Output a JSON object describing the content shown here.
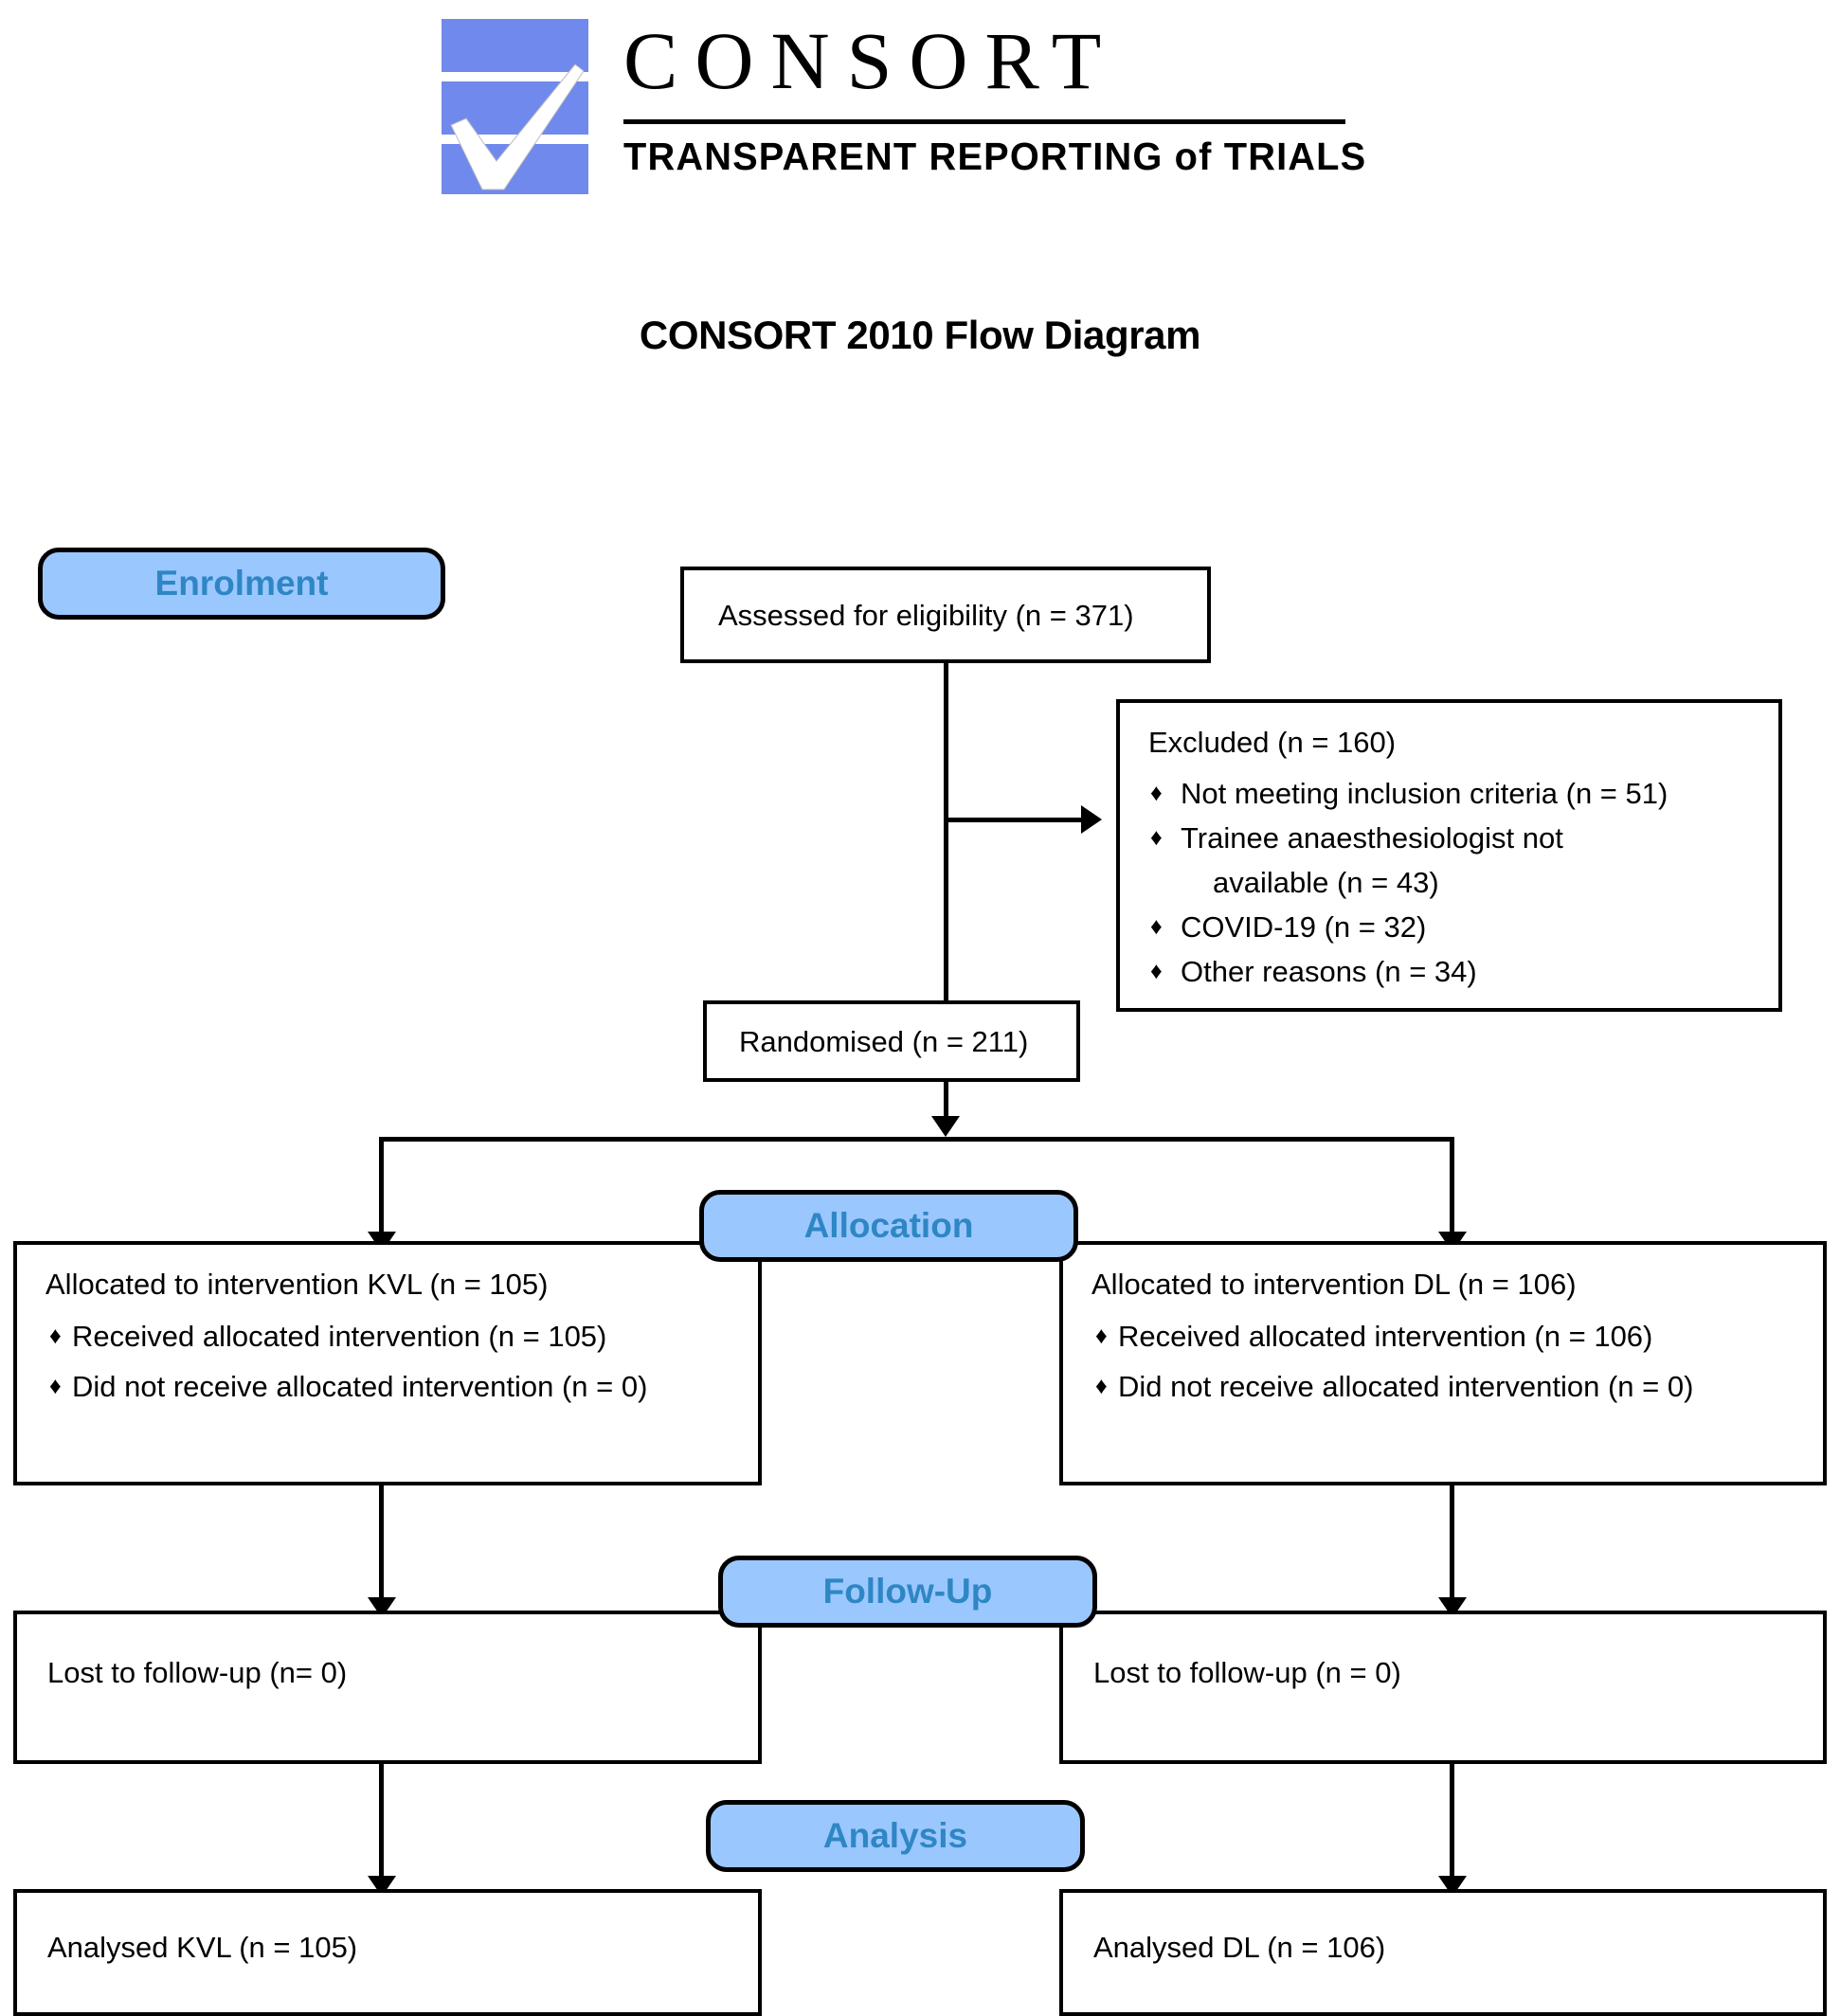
{
  "header": {
    "logo_word": "CONSORT",
    "logo_tagline": "TRANSPARENT REPORTING of TRIALS",
    "logo_mark_icon": "consort-checkmark-logo",
    "brand_blue": "#7089ED"
  },
  "title": "CONSORT 2010 Flow Diagram",
  "stage_labels": {
    "enrolment": "Enrolment",
    "allocation": "Allocation",
    "followup": "Follow-Up",
    "analysis": "Analysis",
    "fill": "#9BC7FF",
    "text_color": "#2E87C4"
  },
  "nodes": {
    "assessed": {
      "text": "Assessed for eligibility (n = 371)"
    },
    "excluded": {
      "heading": "Excluded (n = 160)",
      "reasons": [
        "Not meeting inclusion criteria (n = 51)",
        "Trainee anaesthesiologist not",
        "available (n =  43)",
        "COVID-19 (n = 32)",
        "Other reasons (n = 34)"
      ]
    },
    "randomised": {
      "text": "Randomised (n = 211)"
    },
    "allocated_left": {
      "heading": "Allocated to intervention KVL (n = 105)",
      "items": [
        "Received allocated intervention (n = 105)",
        "Did not receive allocated intervention (n = 0)"
      ]
    },
    "allocated_right": {
      "heading": "Allocated to intervention DL (n = 106)",
      "items": [
        "Received allocated intervention (n = 106)",
        "Did not receive allocated intervention (n = 0)"
      ]
    },
    "followup_left": {
      "text": "Lost to follow-up (n= 0)"
    },
    "followup_right": {
      "text": "Lost to follow-up (n = 0)"
    },
    "analysed_left": {
      "text": "Analysed KVL (n = 105)"
    },
    "analysed_right": {
      "text": "Analysed DL (n = 106)"
    }
  }
}
